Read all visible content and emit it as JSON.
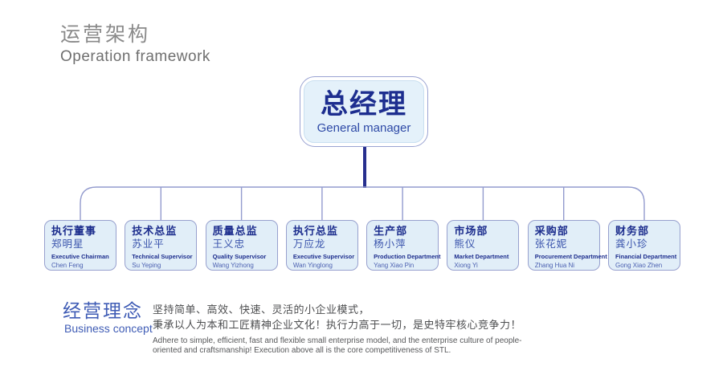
{
  "header": {
    "title_cn": "运营架构",
    "title_en": "Operation framework"
  },
  "org_chart": {
    "root": {
      "title_cn": "总经理",
      "title_en": "General manager"
    },
    "departments": [
      {
        "title_cn": "执行董事",
        "name_cn": "郑明星",
        "title_en": "Executive Chairman",
        "name_en": "Chen Feng"
      },
      {
        "title_cn": "技术总监",
        "name_cn": "苏业平",
        "title_en": "Technical Supervisor",
        "name_en": "Su Yeping"
      },
      {
        "title_cn": "质量总监",
        "name_cn": "王义忠",
        "title_en": "Quality Supervisor",
        "name_en": "Wang Yizhong"
      },
      {
        "title_cn": "执行总监",
        "name_cn": "万应龙",
        "title_en": "Executive Supervisor",
        "name_en": "Wan Yinglong"
      },
      {
        "title_cn": "生产部",
        "name_cn": "杨小萍",
        "title_en": "Production Department",
        "name_en": "Yang Xiao Pin"
      },
      {
        "title_cn": "市场部",
        "name_cn": "熊仪",
        "title_en": "Market Department",
        "name_en": "Xiong Yi"
      },
      {
        "title_cn": "采购部",
        "name_cn": "张花妮",
        "title_en": "Procurement Department",
        "name_en": "Zhang Hua Ni"
      },
      {
        "title_cn": "财务部",
        "name_cn": "龚小珍",
        "title_en": "Financial Department",
        "name_en": "Gong Xiao Zhen"
      }
    ]
  },
  "business_concept": {
    "heading_cn": "经营理念",
    "heading_en": "Business concept",
    "line1_cn": "坚持简单、高效、快速、灵活的小企业模式，",
    "line2_cn": "秉承以人为本和工匠精神企业文化！执行力高于一切，是史特牢核心竞争力！",
    "text_en": "Adhere to simple, efficient, fast and flexible small enterprise model, and the enterprise culture of people-oriented and craftsmanship! Execution above all is the core competitiveness of STL."
  },
  "colors": {
    "accent_navy": "#1c2d8d",
    "accent_blue": "#3a54ac",
    "box_fill": "#e1eef8",
    "box_border": "#97a0ce",
    "connector": "#939bce",
    "trunk": "#272f8e",
    "title_gray": "#8a8a8a",
    "concept_blue": "#3f5cb5"
  }
}
